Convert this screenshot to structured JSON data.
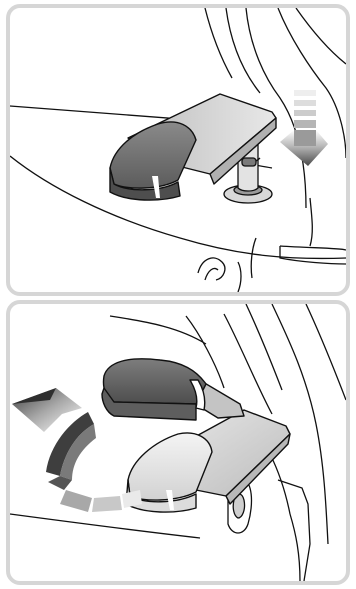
{
  "illustration": {
    "steps": [
      {
        "id": "step-1",
        "state": "pedal-up",
        "motion": "downward-arrow-icon",
        "motion_colors": [
          "#bdbdbd",
          "#6e6e6e",
          "#4a4a4a"
        ]
      },
      {
        "id": "step-2",
        "state": "pedal-raised",
        "motion": "curved-upward-arrow-icon",
        "motion_colors": [
          "#f2f2f2",
          "#9a9a9a",
          "#555555"
        ]
      }
    ],
    "colors": {
      "frame": "#d6d6d6",
      "outline": "#111111",
      "pedal_pad_dark": "#6e6e6e",
      "pedal_arm_light": "#d4d4d4",
      "ghost_pedal": "#e6e6e6"
    }
  }
}
